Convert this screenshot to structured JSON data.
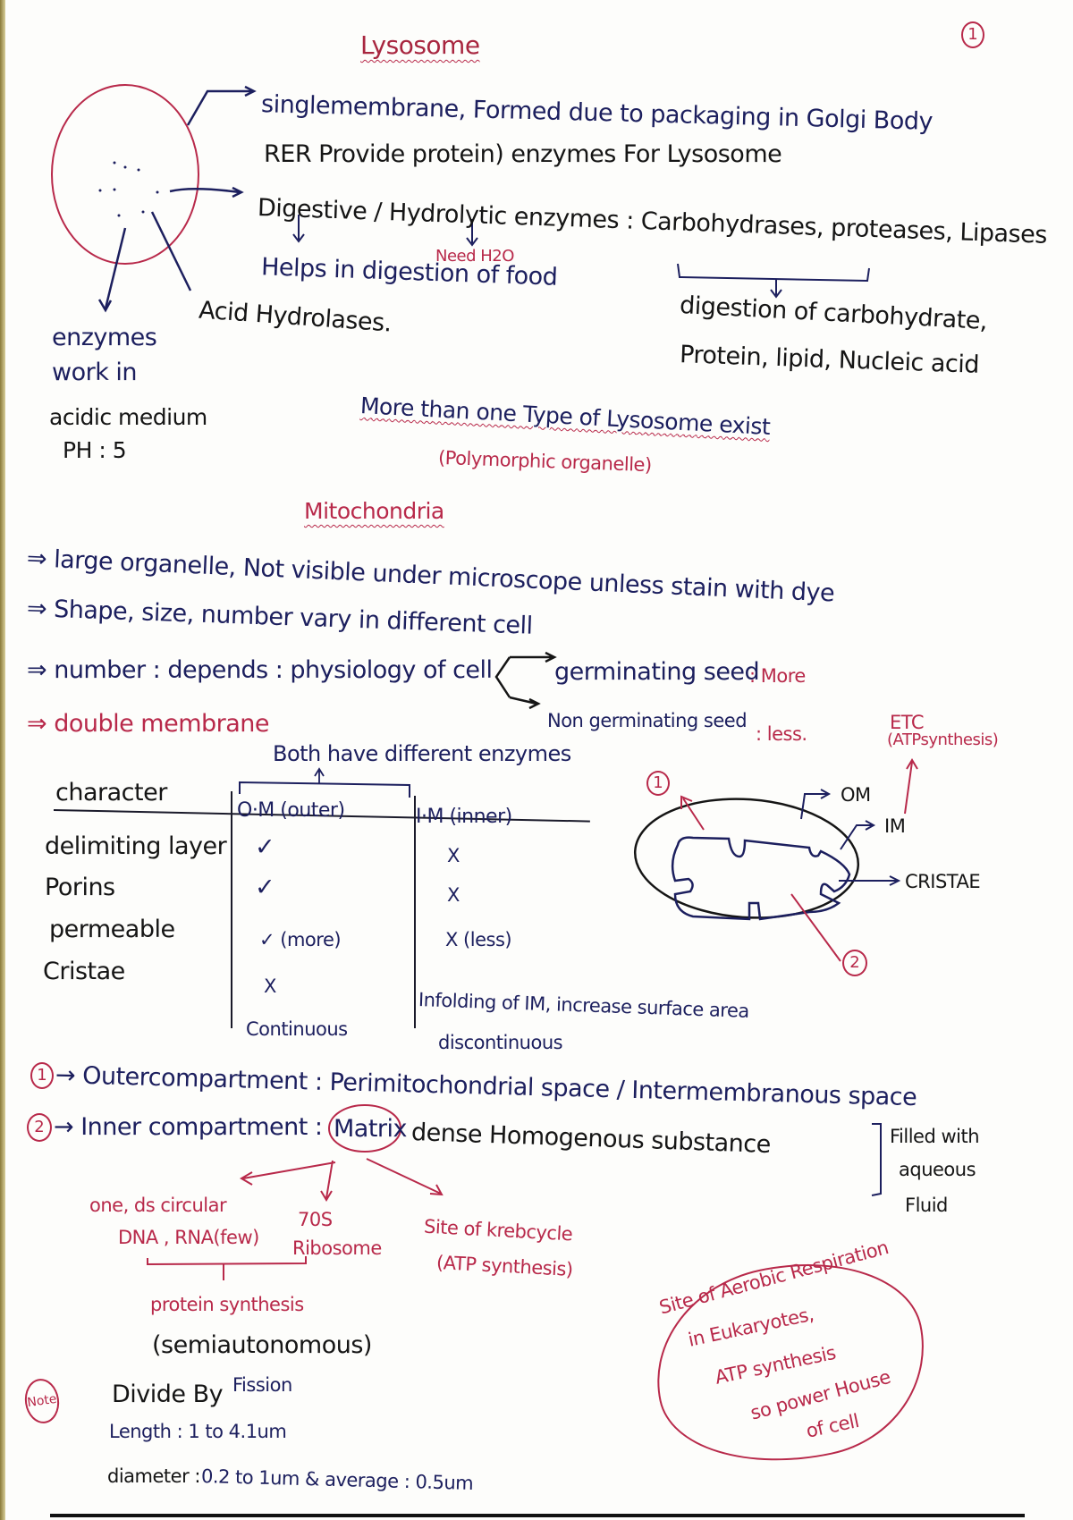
{
  "page_number": "1",
  "lysosome": {
    "title": "Lysosome",
    "line1": "singlemembrane, Formed due to packaging in Golgi Body",
    "line2": "RER Provide protein) enzymes For Lysosome",
    "line3": "Digestive / Hydrolytic enzymes : Carbohydrases, proteases, Lipases",
    "need_h2o": "Need H2O",
    "helps": "Helps in digestion of food",
    "acid_hydrolases": "Acid Hydrolases.",
    "digestion_of_1": "digestion of carbohydrate,",
    "digestion_of_2": "Protein, lipid, Nucleic acid",
    "enzymes_work_1": "enzymes",
    "enzymes_work_2": "work in",
    "enzymes_work_3": "acidic medium",
    "ph": "PH : 5",
    "more_than_one": "More than one Type of Lysosome exist",
    "polymorphic": "(Polymorphic organelle)"
  },
  "mitochondria": {
    "title": "Mitochondria",
    "bullets": [
      "⇒ large organelle, Not visible under microscope unless stain with dye",
      "⇒ Shape, size, number vary in different cell",
      "⇒ number : depends : physiology of cell",
      "⇒ double membrane"
    ],
    "germinating": "germinating seed",
    "germinating_value": ": More",
    "non_germinating": "Non germinating seed",
    "non_germinating_value": ": less.",
    "both_have": "Both have different enzymes",
    "table": {
      "headers": [
        "character",
        "O·M (outer)",
        "I·M (inner)"
      ],
      "rows": [
        {
          "character": "delimiting layer",
          "om": "✓",
          "im": "X"
        },
        {
          "character": "Porins",
          "om": "✓",
          "im": "X"
        },
        {
          "character": "permeable",
          "om": "✓ (more)",
          "im": "X (less)"
        },
        {
          "character": "Cristae",
          "om": "X",
          "im": "Infolding of IM, increase surface area"
        }
      ],
      "om_footer": "Continuous",
      "im_footer": "discontinuous"
    },
    "diagram": {
      "label_om": "OM",
      "label_im": "IM",
      "label_cristae": "CRISTAE",
      "label_etc": "ETC",
      "label_atp": "(ATPsynthesis)",
      "marker_1": "1",
      "marker_2": "2"
    },
    "compartments": [
      {
        "marker": "1",
        "text": "→ Outercompartment : Perimitochondrial space / Intermembranous space"
      },
      {
        "marker": "2",
        "text_pre": "→ Inner compartment :",
        "matrix": "Matrix",
        "text_post": "dense Homogenous substance"
      }
    ],
    "filled_with": [
      "Filled with",
      "aqueous",
      "Fluid"
    ],
    "matrix_contents": {
      "dna_1": "one, ds circular",
      "dna_2": "DNA , RNA(few)",
      "ribo_1": "70S",
      "ribo_2": "Ribosome",
      "kreb_1": "Site of krebcycle",
      "kreb_2": "(ATP synthesis)",
      "protein_synthesis": "protein synthesis",
      "semiautonomous": "(semiautonomous)"
    },
    "cloud_note": [
      "Site of Aerobic Respiration",
      "in Eukaryotes,",
      "ATP synthesis",
      "so power House",
      "of cell"
    ],
    "note_label": "Note",
    "note_lines": {
      "divide": "Divide By",
      "fission": "Fission",
      "length": "Length : 1 to 4.1um",
      "diameter_label": "diameter :",
      "diameter_value": "0.2 to 1um & average : 0.5um"
    }
  }
}
